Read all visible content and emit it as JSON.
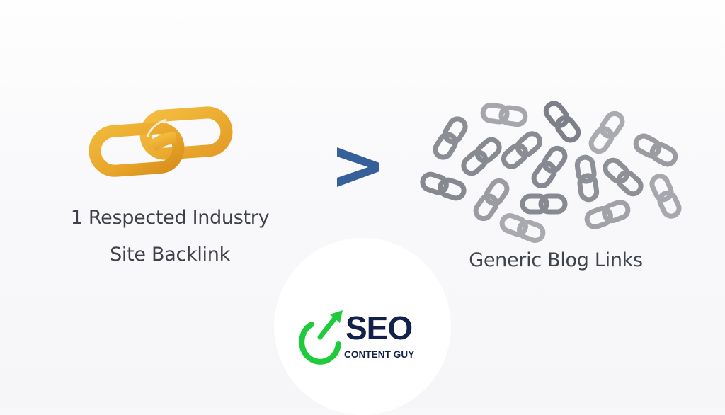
{
  "left_panel": {
    "icon": "gold-chain-link-icon",
    "caption_line1": "1 Respected Industry",
    "caption_line2": "Site Backlink",
    "color_gold": "#E9A92A"
  },
  "comparison": {
    "symbol": ">",
    "icon": "greater-than-icon",
    "color": "#36609A"
  },
  "right_panel": {
    "icon": "gray-chain-links-cluster-icon",
    "link_count": 16,
    "caption": "Generic Blog Links",
    "color_gray": "#8E9097"
  },
  "logo": {
    "icon": "green-arrow-circle-icon",
    "title": "SEO",
    "subtitle": "CONTENT GUY",
    "color_green": "#1FCB3A",
    "color_navy": "#13214A"
  }
}
